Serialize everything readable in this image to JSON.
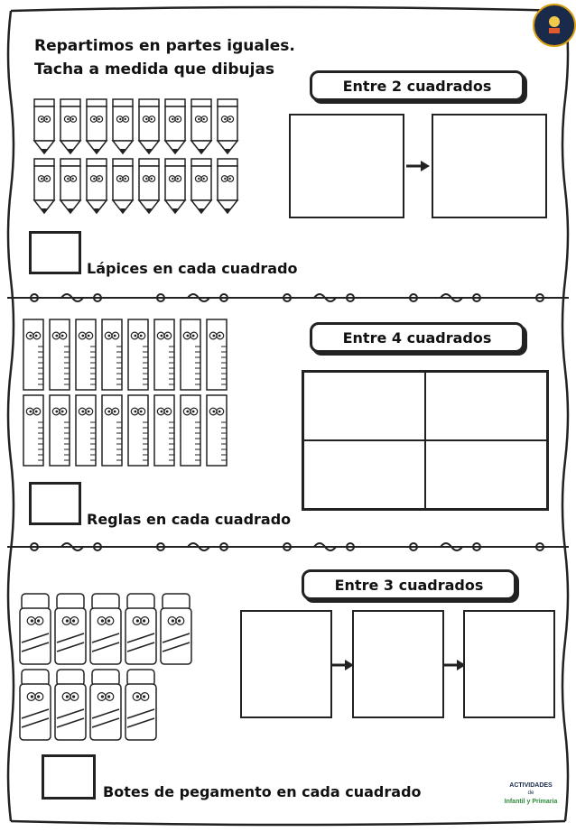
{
  "instructions": {
    "line1": "Repartimos en partes iguales.",
    "line2": "Tacha a medida que dibujas"
  },
  "sections": [
    {
      "heading": "Entre 2 cuadrados",
      "answer_label": "Lápices en cada cuadrado",
      "item": "pencil",
      "count": 16
    },
    {
      "heading": "Entre 4 cuadrados",
      "answer_label": "Reglas en cada cuadrado",
      "item": "ruler",
      "count": 16
    },
    {
      "heading": "Entre 3 cuadrados",
      "answer_label": "Botes de pegamento en cada cuadrado",
      "item": "glue-stick",
      "count": 9
    }
  ],
  "footer_logo": {
    "line1": "ACTIVIDADES",
    "line2": "de",
    "line3": "Infantil y Primaria"
  },
  "colors": {
    "ink": "#222222",
    "logo_dark": "#1a2a4a",
    "logo_accent": "#d8a010"
  }
}
